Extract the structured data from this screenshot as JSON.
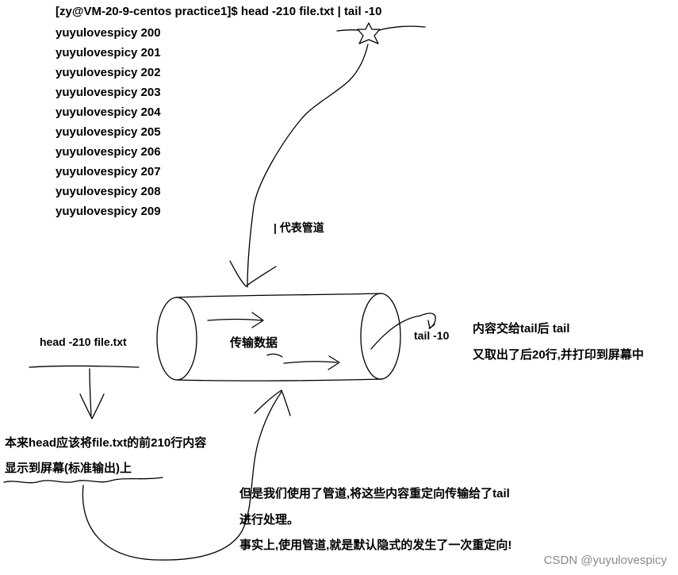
{
  "terminal": {
    "command": "[zy@VM-20-9-centos practice1]$ head -210 file.txt  |  tail -10",
    "output_lines": [
      "yuyulovespicy 200",
      "yuyulovespicy 201",
      "yuyulovespicy 202",
      "yuyulovespicy 203",
      "yuyulovespicy 204",
      "yuyulovespicy 205",
      "yuyulovespicy 206",
      "yuyulovespicy 207",
      "yuyulovespicy 208",
      "yuyulovespicy 209"
    ]
  },
  "labels": {
    "pipe_meaning": "| 代表管道",
    "pipe_data": "传输数据",
    "head_cmd": "head -210 file.txt",
    "tail_cmd": "tail -10",
    "tail_note_1": "内容交给tail后 tail",
    "tail_note_2": "又取出了后20行,并打印到屏幕中",
    "head_note_1": "本来head应该将file.txt的前210行内容",
    "head_note_2": "显示到屏幕(标准输出)上",
    "pipe_note_1": "但是我们使用了管道,将这些内容重定向传输给了tail",
    "pipe_note_2": "进行处理。",
    "pipe_note_3": "事实上,使用管道,就是默认隐式的发生了一次重定向!"
  },
  "watermark": "CSDN @yuyulovespicy"
}
